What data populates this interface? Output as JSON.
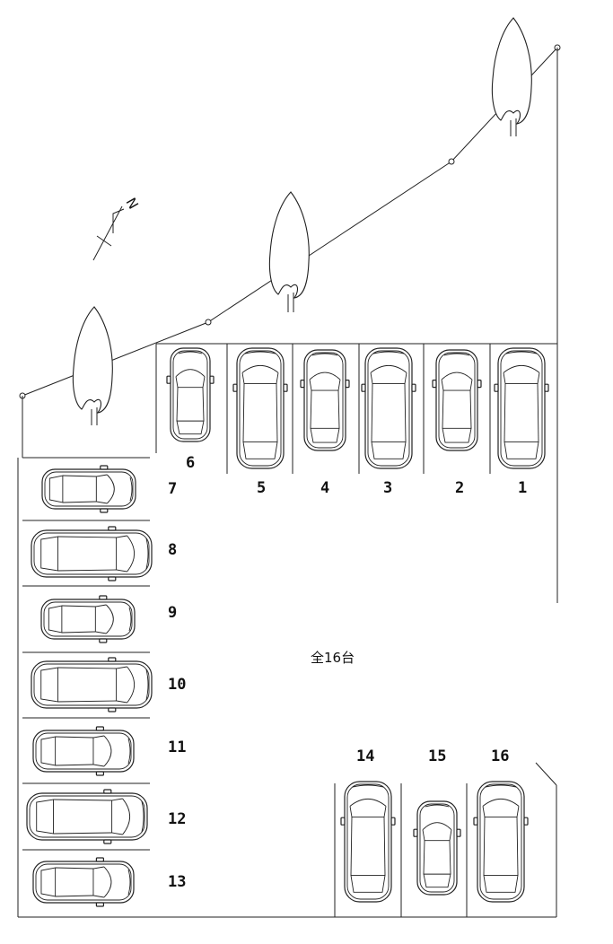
{
  "total_label": "全16台",
  "compass": {
    "north_label": "N"
  },
  "spaces": [
    {
      "num": "1",
      "car": "van"
    },
    {
      "num": "2",
      "car": "sedan"
    },
    {
      "num": "3",
      "car": "van"
    },
    {
      "num": "4",
      "car": "sedan"
    },
    {
      "num": "5",
      "car": "van"
    },
    {
      "num": "6",
      "car": "small"
    },
    {
      "num": "7",
      "car": "small"
    },
    {
      "num": "8",
      "car": "van"
    },
    {
      "num": "9",
      "car": "small"
    },
    {
      "num": "10",
      "car": "van"
    },
    {
      "num": "11",
      "car": "sedan"
    },
    {
      "num": "12",
      "car": "van"
    },
    {
      "num": "13",
      "car": "sedan"
    },
    {
      "num": "14",
      "car": "van"
    },
    {
      "num": "15",
      "car": "small"
    },
    {
      "num": "16",
      "car": "van"
    }
  ]
}
